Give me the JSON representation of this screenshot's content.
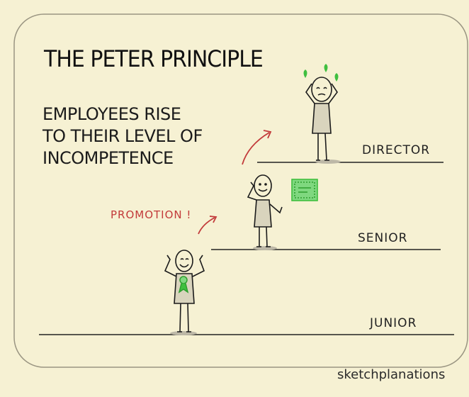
{
  "title": "THE PETER PRINCIPLE",
  "subtitle": "EMPLOYEES RISE\nTO THEIR LEVEL OF\nINCOMPETENCE",
  "levels": {
    "director": "DIRECTOR",
    "senior": "SENIOR",
    "junior": "JUNIOR"
  },
  "promotion_label": "PROMOTION !",
  "brand": "sketchplanations",
  "colors": {
    "background": "#f6f1d3",
    "ink": "#1b1b1b",
    "promotion": "#c23a3a",
    "accent_green": "#3fbf3f",
    "floor_shadow": "#bdb8a7"
  }
}
